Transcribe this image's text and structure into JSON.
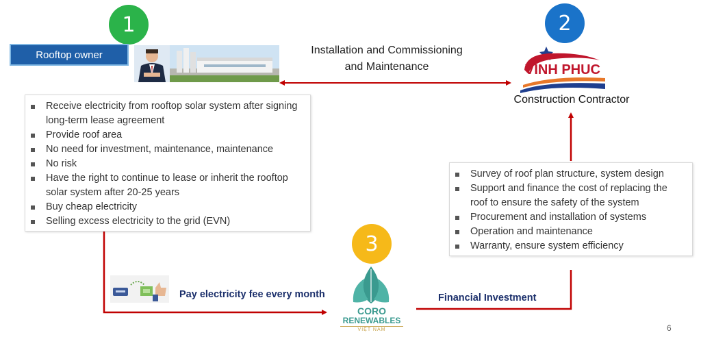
{
  "nodes": {
    "n1": {
      "number": "1",
      "label": "Rooftop owner",
      "color": "#2bb34a"
    },
    "n2": {
      "number": "2",
      "label": "Construction Contractor",
      "logo_text": "VINH PHUC",
      "color": "#1a73c9"
    },
    "n3": {
      "number": "3",
      "logo_name_1": "CORO",
      "logo_name_2": "RENEWABLES",
      "logo_sub": "VIỆT NAM",
      "color": "#f6b919"
    }
  },
  "edges": {
    "install_line1": "Installation and Commissioning",
    "install_line2": "and Maintenance",
    "pay": "Pay electricity fee every month",
    "finance": "Financial Investment"
  },
  "owner_benefits": [
    "Receive electricity from rooftop solar system after signing long-term lease agreement",
    "Provide roof area",
    "No need for investment, maintenance, maintenance",
    "No risk",
    "Have the right to continue to lease or inherit the rooftop solar system after 20-25 years",
    "Buy cheap electricity",
    "Selling excess electricity to the grid (EVN)"
  ],
  "contractor_tasks": [
    "Survey of roof plan structure, system design",
    "Support and finance the cost of replacing the roof to ensure the safety of the system",
    "Procurement and installation of systems",
    "Operation and maintenance",
    "Warranty, ensure system efficiency"
  ],
  "page_number": "6",
  "colors": {
    "arrow": "#c00000",
    "label_navy": "#1b2f6b",
    "owner_box": "#1f5fa8"
  }
}
